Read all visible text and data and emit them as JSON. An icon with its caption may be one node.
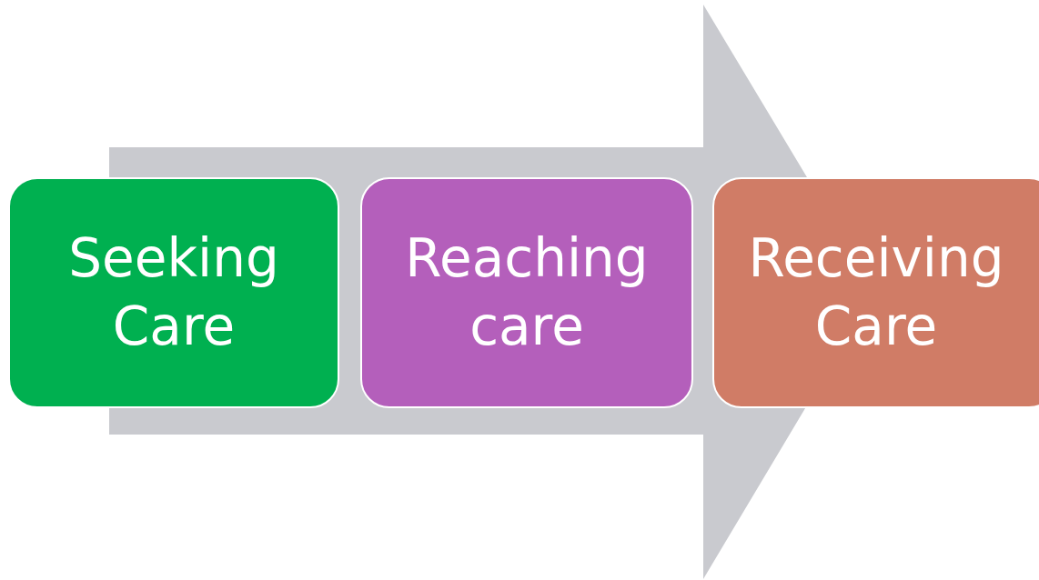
{
  "diagram": {
    "nodes": [
      {
        "text": [
          "Seeking Care"
        ]
      },
      {
        "text": [
          "Reaching care"
        ]
      },
      {
        "text": [
          "Receiving Care"
        ]
      }
    ],
    "edges": [
      {
        "from": 0,
        "to": 2,
        "arrow": "to"
      }
    ]
  }
}
